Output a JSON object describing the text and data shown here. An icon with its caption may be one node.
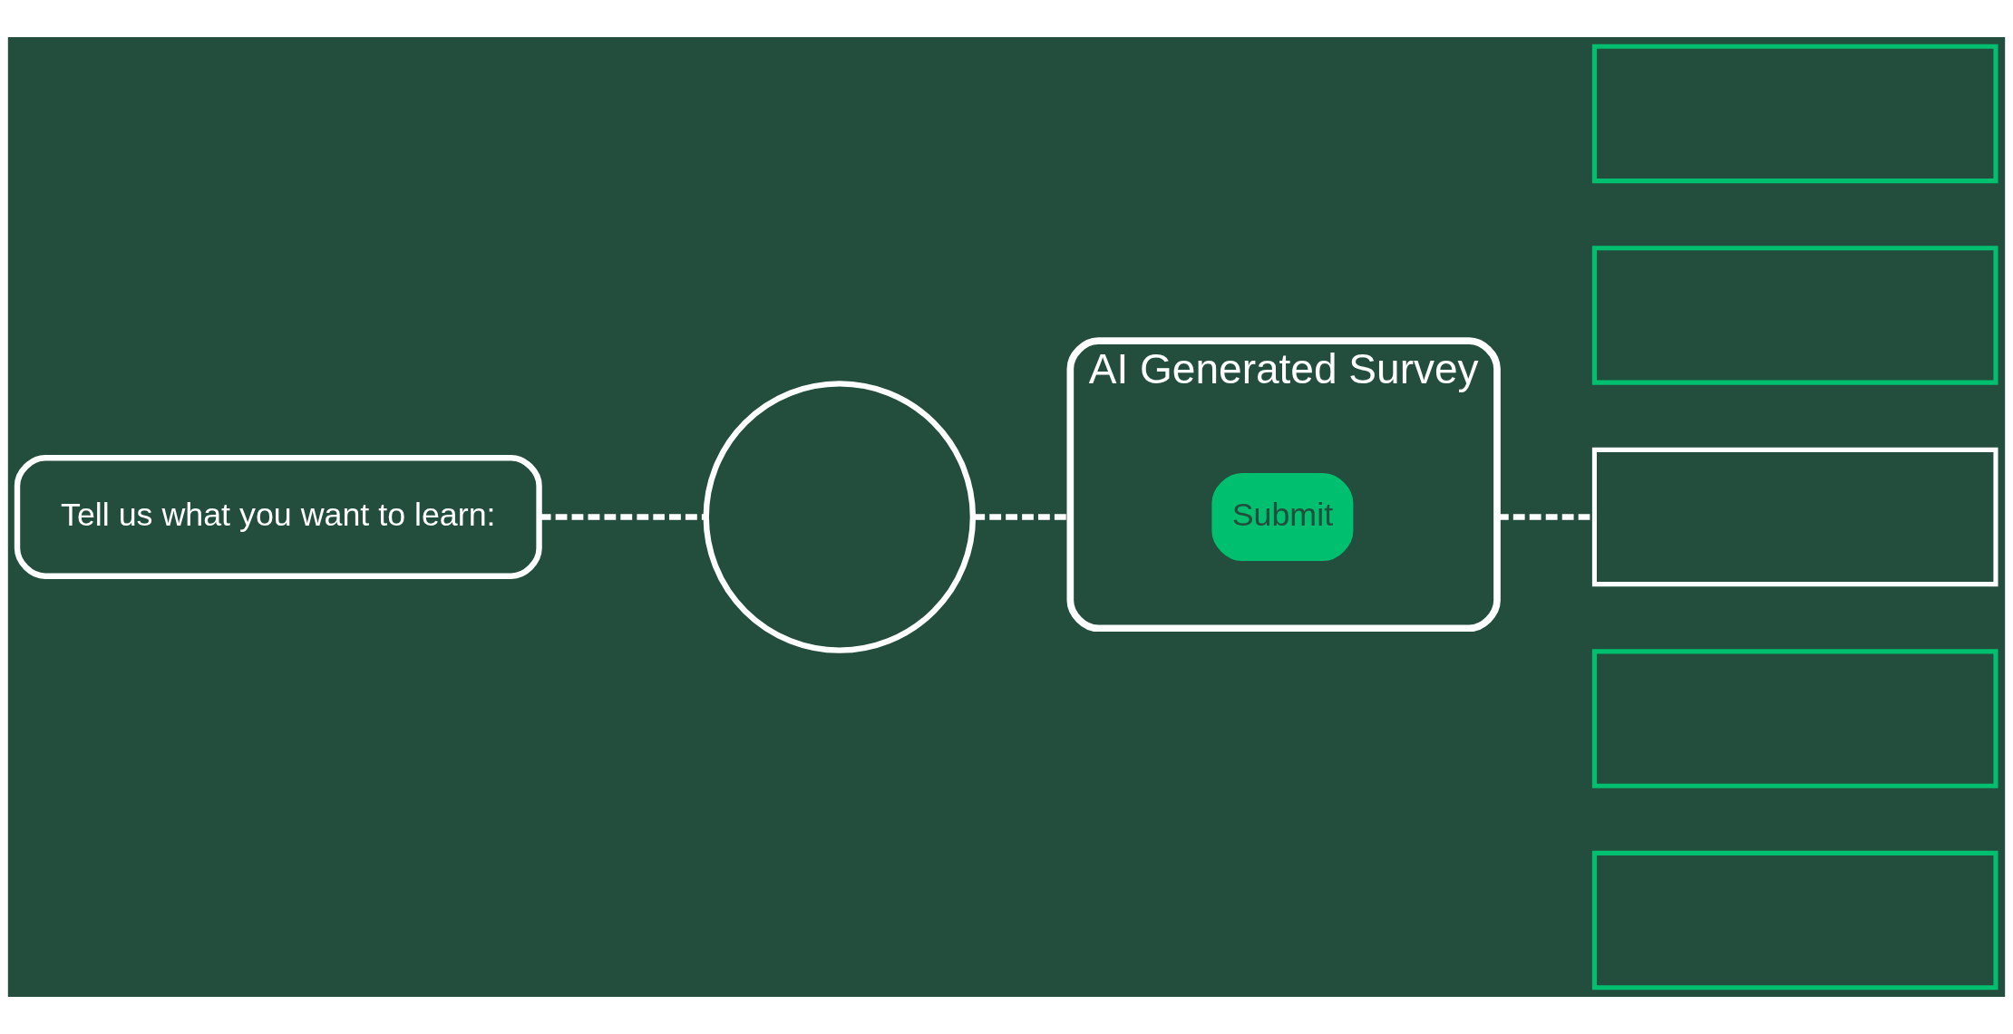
{
  "diagram": {
    "nodes": [
      {
        "text": [
          "AI Generated Survey"
        ]
      },
      {
        "text": [
          "Submit"
        ],
        "in": 0
      },
      {
        "text": [
          "Tell us what you want to learn:"
        ]
      },
      {
        "text": [],
        "shape": "circle"
      },
      {
        "text": [],
        "shape": "box"
      },
      {
        "text": [],
        "shape": "box"
      },
      {
        "text": [],
        "shape": "box"
      },
      {
        "text": [],
        "shape": "box"
      },
      {
        "text": [],
        "shape": "box"
      }
    ],
    "edges": [
      {
        "from": 2,
        "to": 3,
        "arrow": "none",
        "style": "dashed"
      },
      {
        "from": 3,
        "to": 0,
        "arrow": "none",
        "style": "dashed"
      },
      {
        "from": 0,
        "to": 6,
        "arrow": "none",
        "style": "dashed"
      }
    ]
  }
}
